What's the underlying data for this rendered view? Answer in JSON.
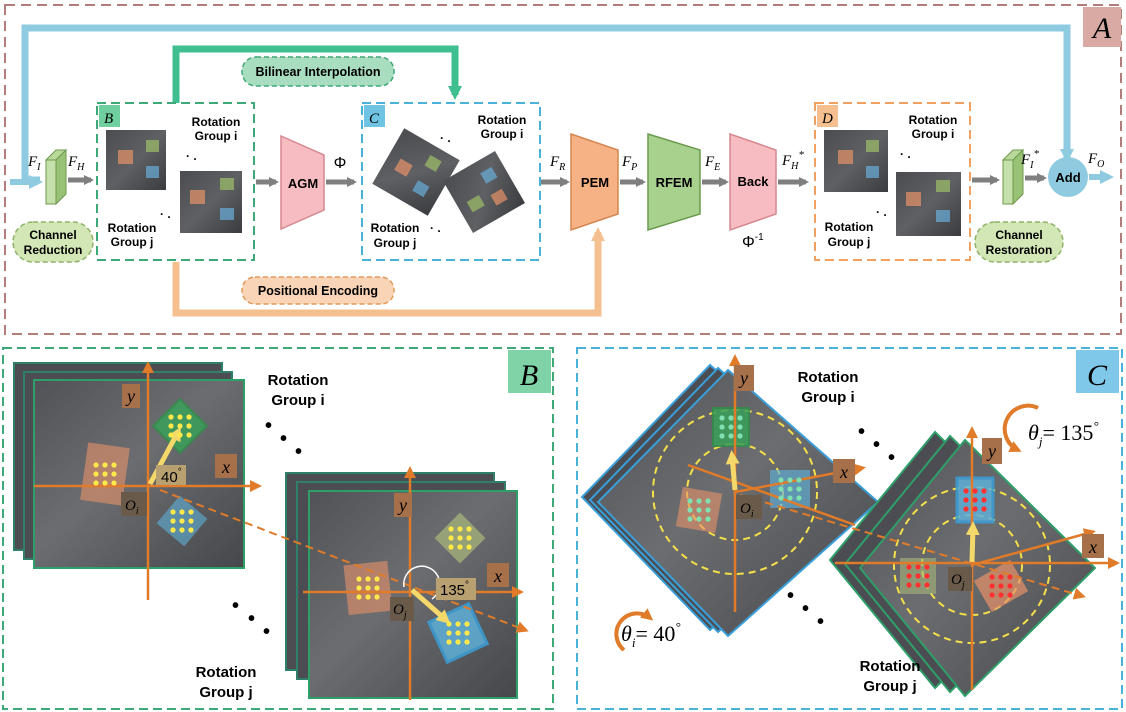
{
  "panelA": {
    "tag": "A",
    "sym": {
      "fi": "F",
      "fi_sub": "I",
      "fh": "F",
      "fh_sub": "H",
      "fr": "F",
      "fr_sub": "R",
      "fp": "F",
      "fp_sub": "P",
      "fe": "F",
      "fe_sub": "E",
      "fhs": "F",
      "fhs_sub": "H",
      "fhs_sup": "*",
      "fis": "F",
      "fis_sub": "I",
      "fis_sup": "*",
      "fo": "F",
      "fo_sub": "O",
      "phi": "Φ",
      "phi_inv": "Φ",
      "phi_inv_sup": "-1"
    },
    "modules": {
      "agm": "AGM",
      "pem": "PEM",
      "rfem": "RFEM",
      "back": "Back",
      "add": "Add"
    },
    "pills": {
      "channel_reduction": [
        "Channel",
        "Reduction"
      ],
      "channel_restoration": [
        "Channel",
        "Restoration"
      ],
      "bilinear": "Bilinear Interpolation",
      "positional": "Positional Encoding"
    },
    "boxB": {
      "tag": "B",
      "group_i": [
        "Rotation",
        "Group i"
      ],
      "group_j": [
        "Rotation",
        "Group j"
      ]
    },
    "boxC": {
      "tag": "C",
      "group_i": [
        "Rotation",
        "Group i"
      ],
      "group_j": [
        "Rotation",
        "Group j"
      ]
    },
    "boxD": {
      "tag": "D",
      "group_i": [
        "Rotation",
        "Group i"
      ],
      "group_j": [
        "Rotation",
        "Group j"
      ]
    }
  },
  "panelB": {
    "tag": "B",
    "group_i": [
      "Rotation",
      "Group i"
    ],
    "group_j": [
      "Rotation",
      "Group j"
    ],
    "axis_x": "x",
    "axis_y": "y",
    "origin_i": "O",
    "origin_i_sub": "i",
    "origin_j": "O",
    "origin_j_sub": "j",
    "angle_i": "40",
    "angle_j": "135",
    "deg": "°"
  },
  "panelC": {
    "tag": "C",
    "group_i": [
      "Rotation",
      "Group i"
    ],
    "group_j": [
      "Rotation",
      "Group j"
    ],
    "axis_x": "x",
    "axis_y": "y",
    "origin_i": "O",
    "origin_i_sub": "i",
    "origin_j": "O",
    "origin_j_sub": "j",
    "theta_i": "θ",
    "theta_i_sub": "i",
    "theta_i_val": "= 40",
    "theta_j": "θ",
    "theta_j_sub": "j",
    "theta_j_val": "= 135",
    "deg": "°"
  },
  "colors": {
    "green_accent": "#3fbf8f",
    "blue_accent": "#8fcbe0",
    "orange_accent": "#f5c090",
    "axis_orange": "#d87a2a",
    "pink": "#f5b8bc",
    "pem_orange": "#f6b184",
    "rfem_green": "#a9d18e"
  }
}
